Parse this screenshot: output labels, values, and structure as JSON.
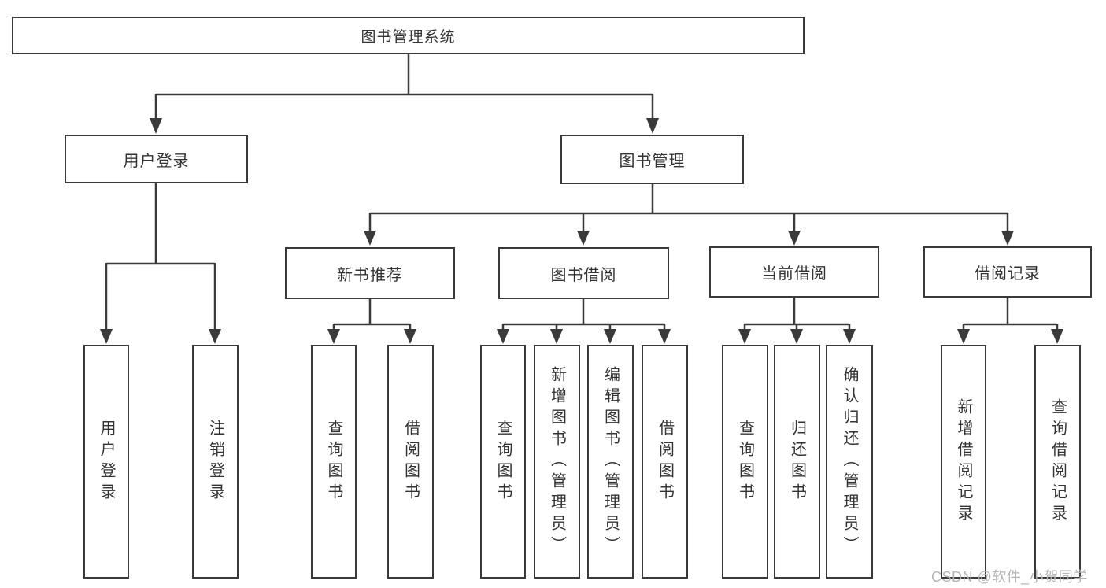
{
  "title": {
    "label": "图书管理系统"
  },
  "level2": {
    "user_login": {
      "label": "用户登录"
    },
    "book_mgmt": {
      "label": "图书管理"
    }
  },
  "level3": {
    "new_books": {
      "label": "新书推荐"
    },
    "borrowing": {
      "label": "图书借阅"
    },
    "current": {
      "label": "当前借阅"
    },
    "records": {
      "label": "借阅记录"
    }
  },
  "level4": {
    "user_login_children": [
      {
        "label": "用户登录"
      },
      {
        "label": "注销登录"
      }
    ],
    "new_books_children": [
      {
        "label": "查询图书"
      },
      {
        "label": "借阅图书"
      }
    ],
    "borrowing_children": [
      {
        "label": "查询图书"
      },
      {
        "label": "新增图书（管理员）"
      },
      {
        "label": "编辑图书（管理员）"
      },
      {
        "label": "借阅图书"
      }
    ],
    "current_children": [
      {
        "label": "查询图书"
      },
      {
        "label": "归还图书"
      },
      {
        "label": "确认归还（管理员）"
      }
    ],
    "records_children": [
      {
        "label": "新增借阅记录"
      },
      {
        "label": "查询借阅记录"
      }
    ]
  },
  "watermark": {
    "text": "CSDN @软件_小贺同学"
  },
  "colors": {
    "line": "#3a3a3a",
    "text": "#333333",
    "box_bg": "#ffffff",
    "watermark": "#b5b5b5"
  }
}
